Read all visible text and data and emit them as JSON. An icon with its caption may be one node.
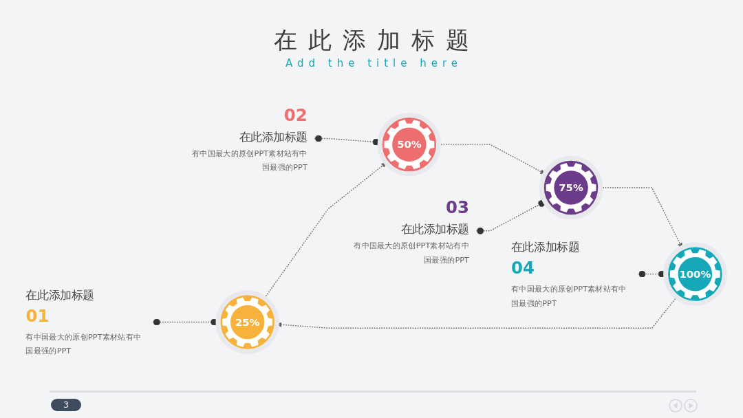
{
  "diagram": {
    "title": "在此添加标题",
    "nodes": [
      {
        "text": [
          "在此添加标题",
          "01",
          "有中国最大的原创PPT素材站有中国最强的PPT"
        ]
      },
      {
        "text": [
          "02",
          "在此添加标题",
          "有中国最大的原创PPT素材站有中国最强的PPT"
        ]
      },
      {
        "text": [
          "25%"
        ]
      },
      {
        "text": [
          "50%"
        ]
      },
      {
        "text": [
          "100%"
        ]
      },
      {
        "text": [
          "75%"
        ]
      },
      {
        "text": [
          "在此添加标题",
          "04",
          "有中国最大的原创PPT素材站有中国最强的PPT"
        ]
      },
      {
        "text": [
          "03",
          "在此添加标题",
          "有中国最大的原创PPT素材站有中国最强的PPT"
        ]
      }
    ],
    "edges": [
      {
        "from": 0,
        "to": 2,
        "arrow": "other",
        "style": "dashed"
      },
      {
        "from": 1,
        "to": 3,
        "arrow": "other",
        "style": "dashed"
      },
      {
        "from": 2,
        "to": 3,
        "arrow": "to",
        "style": "dashed"
      },
      {
        "from": 3,
        "to": 5,
        "arrow": "to",
        "style": "dashed"
      },
      {
        "from": 5,
        "to": 4,
        "arrow": "to",
        "style": "dashed"
      },
      {
        "from": 4,
        "to": 2,
        "arrow": "to",
        "style": "dashed"
      },
      {
        "from": 6,
        "to": 4,
        "arrow": "other",
        "style": "dashed"
      },
      {
        "from": 7,
        "to": 5,
        "arrow": "other",
        "style": "dashed"
      }
    ],
    "labels": [
      "Add the title here",
      "3"
    ]
  }
}
